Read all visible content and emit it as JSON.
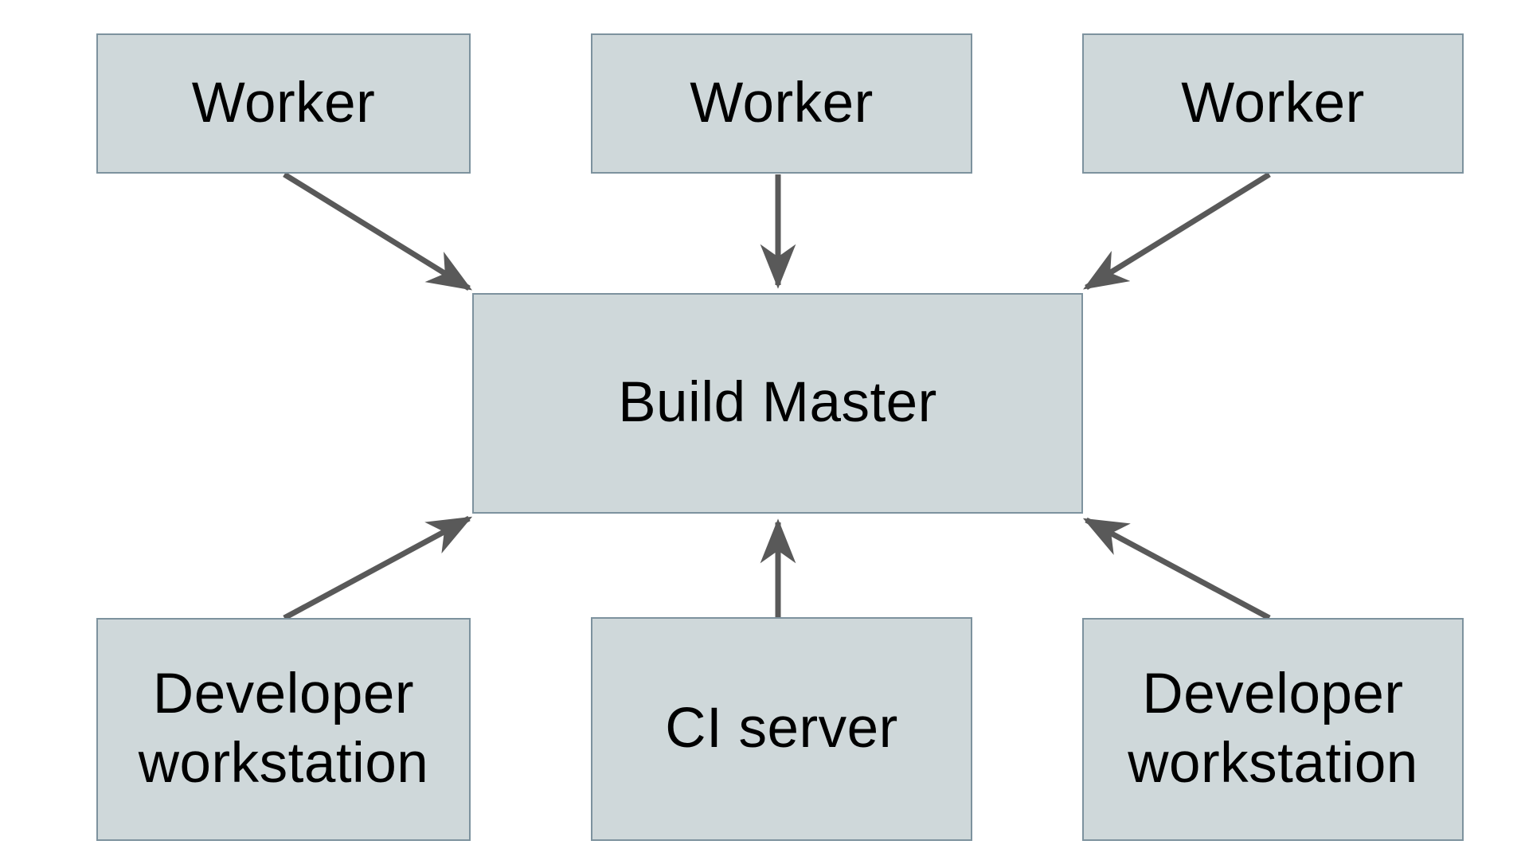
{
  "diagram": {
    "nodes": {
      "worker_top_left": {
        "label": "Worker"
      },
      "worker_top_center": {
        "label": "Worker"
      },
      "worker_top_right": {
        "label": "Worker"
      },
      "build_master": {
        "label": "Build Master"
      },
      "dev_workstation_left": {
        "label": "Developer workstation"
      },
      "ci_server": {
        "label": "CI server"
      },
      "dev_workstation_right": {
        "label": "Developer workstation"
      }
    },
    "edges": [
      {
        "from": "worker_top_left",
        "to": "build_master"
      },
      {
        "from": "worker_top_center",
        "to": "build_master"
      },
      {
        "from": "worker_top_right",
        "to": "build_master"
      },
      {
        "from": "dev_workstation_left",
        "to": "build_master"
      },
      {
        "from": "ci_server",
        "to": "build_master"
      },
      {
        "from": "dev_workstation_right",
        "to": "build_master"
      }
    ],
    "colors": {
      "background": "#ffffff",
      "node_fill": "#cfd8da",
      "node_border": "#7d929e",
      "arrow": "#595959",
      "text": "#000000"
    }
  }
}
